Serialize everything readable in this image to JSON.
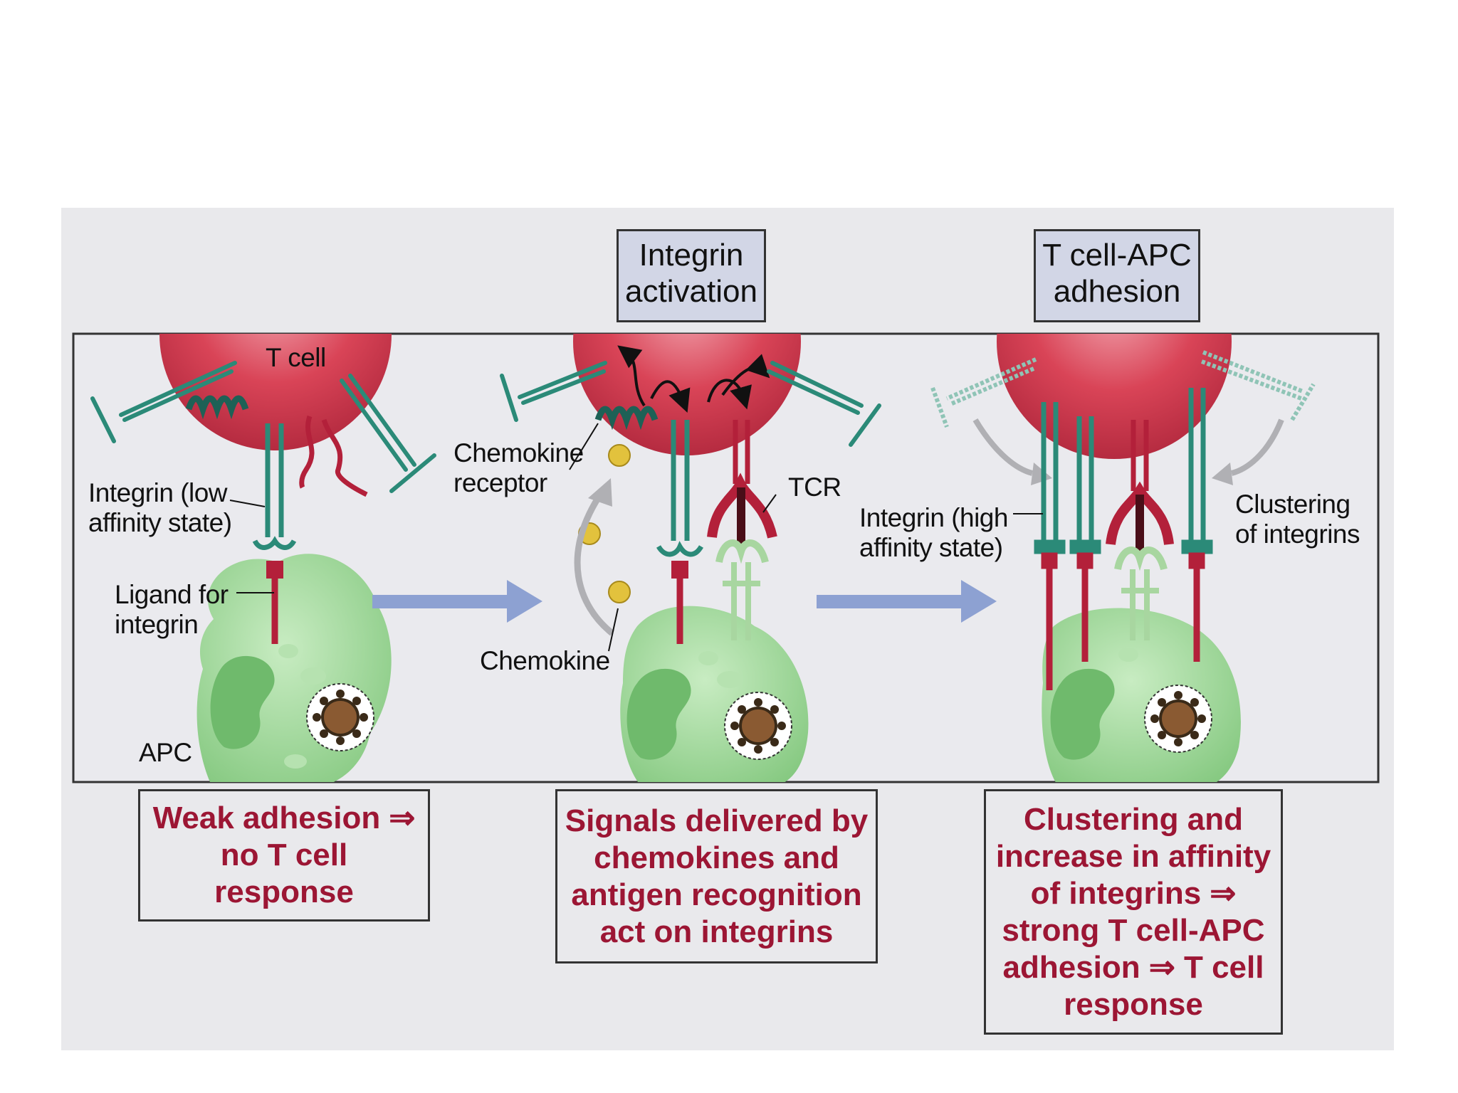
{
  "panels": [
    {
      "header": "",
      "caption": "Weak adhesion ⇒\nno T cell\nresponse",
      "labels": {
        "t_cell": "T cell",
        "integrin_low": "Integrin (low\naffinity state)",
        "ligand": "Ligand for\nintegrin",
        "apc": "APC"
      }
    },
    {
      "header": "Integrin\nactivation",
      "caption": "Signals delivered by\nchemokines and\nantigen recognition\nact on integrins",
      "labels": {
        "chemokine_receptor": "Chemokine\nreceptor",
        "tcr": "TCR",
        "chemokine": "Chemokine"
      }
    },
    {
      "header": "T cell-APC\nadhesion",
      "caption": "Clustering and\nincrease in affinity\nof integrins ⇒\nstrong T cell-APC\nadhesion ⇒ T cell\nresponse",
      "labels": {
        "integrin_high": "Integrin (high\naffinity state)",
        "clustering": "Clustering\nof integrins"
      }
    }
  ],
  "colors": {
    "t_cell": "#d94457",
    "apc": "#8fd08a",
    "integrin": "#2b8a78",
    "ligand": "#b3203a",
    "arrow": "#8da1d2",
    "caption_text": "#9c1634"
  }
}
